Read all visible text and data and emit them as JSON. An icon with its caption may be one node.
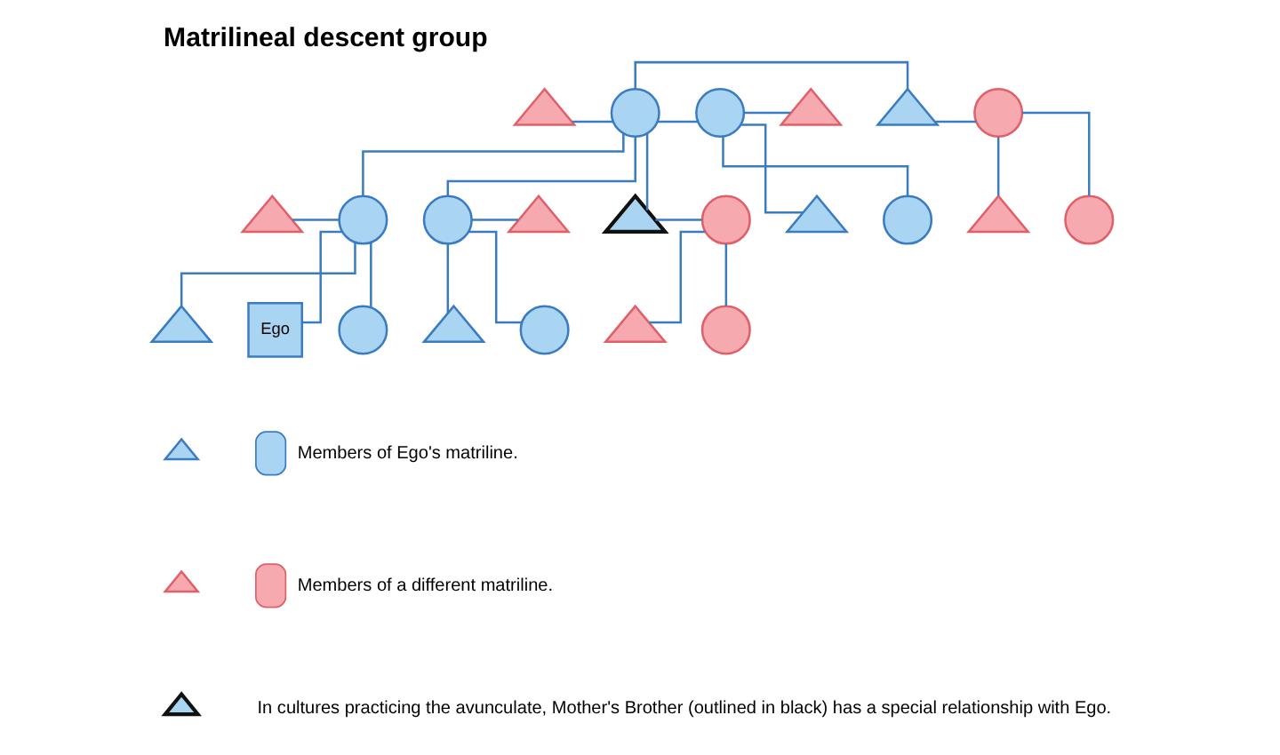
{
  "diagram": {
    "title": "Matrilineal descent group",
    "nodes": [
      {
        "text": [],
        "shape": "triangle"
      },
      {
        "text": [],
        "shape": "circle"
      },
      {
        "text": [],
        "shape": "circle"
      },
      {
        "text": [],
        "shape": "triangle"
      },
      {
        "text": [],
        "shape": "triangle"
      },
      {
        "text": [],
        "shape": "circle"
      },
      {
        "text": [],
        "shape": "triangle"
      },
      {
        "text": [],
        "shape": "circle"
      },
      {
        "text": [],
        "shape": "circle"
      },
      {
        "text": [],
        "shape": "triangle"
      },
      {
        "text": [],
        "shape": "triangle"
      },
      {
        "text": [],
        "shape": "circle"
      },
      {
        "text": [],
        "shape": "triangle"
      },
      {
        "text": [],
        "shape": "circle"
      },
      {
        "text": [],
        "shape": "triangle"
      },
      {
        "text": [],
        "shape": "circle"
      },
      {
        "text": [],
        "shape": "triangle"
      },
      {
        "text": [
          "Ego"
        ]
      },
      {
        "text": [],
        "shape": "circle"
      },
      {
        "text": [],
        "shape": "triangle"
      },
      {
        "text": [],
        "shape": "circle"
      },
      {
        "text": [],
        "shape": "triangle"
      },
      {
        "text": [],
        "shape": "circle"
      }
    ],
    "edges": [
      {
        "from": 0,
        "to": 1,
        "arrow": "none"
      },
      {
        "from": 1,
        "to": 2,
        "arrow": "none"
      },
      {
        "from": 1,
        "to": 4,
        "arrow": "none"
      },
      {
        "from": 2,
        "to": 3,
        "arrow": "none"
      },
      {
        "from": 4,
        "to": 5,
        "arrow": "none"
      },
      {
        "from": 1,
        "to": 7,
        "arrow": "none"
      },
      {
        "from": 1,
        "to": 8,
        "arrow": "none"
      },
      {
        "from": 1,
        "to": 10,
        "arrow": "none"
      },
      {
        "from": 2,
        "to": 12,
        "arrow": "none"
      },
      {
        "from": 2,
        "to": 13,
        "arrow": "none"
      },
      {
        "from": 5,
        "to": 14,
        "arrow": "none"
      },
      {
        "from": 5,
        "to": 15,
        "arrow": "none"
      },
      {
        "from": 6,
        "to": 7,
        "arrow": "none"
      },
      {
        "from": 8,
        "to": 9,
        "arrow": "none"
      },
      {
        "from": 10,
        "to": 11,
        "arrow": "none"
      },
      {
        "from": 7,
        "to": 16,
        "arrow": "none"
      },
      {
        "from": 7,
        "to": 17,
        "arrow": "none"
      },
      {
        "from": 7,
        "to": 18,
        "arrow": "none"
      },
      {
        "from": 8,
        "to": 19,
        "arrow": "none"
      },
      {
        "from": 8,
        "to": 20,
        "arrow": "none"
      },
      {
        "from": 11,
        "to": 21,
        "arrow": "none"
      },
      {
        "from": 11,
        "to": 22,
        "arrow": "none"
      }
    ],
    "legend": [
      {
        "text": "Members of Ego's matriline.",
        "color": "#a9d4f2"
      },
      {
        "text": "Members of a different matriline.",
        "color": "#f6a9ae"
      },
      {
        "text": "In cultures practicing the avunculate, Mother's Brother (outlined in black) has a special relationship with Ego."
      }
    ]
  }
}
